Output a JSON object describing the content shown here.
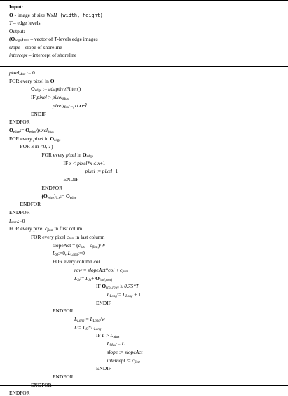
{
  "input": {
    "heading": "Input:",
    "lines": [
      [
        {
          "t": "O",
          "b": true
        },
        {
          "t": " - image of size "
        },
        {
          "t": "W",
          "i": true
        },
        {
          "t": "x"
        },
        {
          "t": "H",
          "i": true
        },
        {
          "t": " (width, height)",
          "m": true
        }
      ],
      [
        {
          "t": "T",
          "i": true
        },
        {
          "t": " – edge levels"
        }
      ],
      [
        {
          "t": "Output:"
        }
      ],
      [
        {
          "t": "(O",
          "b": true
        },
        {
          "t": "edge",
          "s": true
        },
        {
          "t": ")",
          "b": true
        },
        {
          "t": "1×T",
          "s": true
        },
        {
          "t": " – vector of "
        },
        {
          "t": "T",
          "i": true
        },
        {
          "t": "-levels edge images"
        }
      ],
      [
        {
          "t": "slope",
          "i": true
        },
        {
          "t": " – slope of shoreline"
        }
      ],
      [
        {
          "t": "intercept",
          "i": true
        },
        {
          "t": " – intercept of shoreline"
        }
      ]
    ]
  },
  "body_lines": [
    {
      "indent": 0,
      "parts": [
        {
          "t": "pixel",
          "i": true
        },
        {
          "t": "Max",
          "s": true,
          "i": true
        },
        {
          "t": " := 0"
        }
      ]
    },
    {
      "indent": 0,
      "parts": [
        {
          "t": "FOR every pixel in "
        },
        {
          "t": "O",
          "b": true
        }
      ]
    },
    {
      "indent": 1,
      "parts": [
        {
          "t": "O",
          "b": true
        },
        {
          "t": "edge",
          "s": true
        },
        {
          "t": " := adaptiveFilter()"
        }
      ]
    },
    {
      "indent": 1,
      "parts": [
        {
          "t": "IF "
        },
        {
          "t": "pixel",
          "i": true
        },
        {
          "t": " > "
        },
        {
          "t": "pixel",
          "i": true
        },
        {
          "t": "Max",
          "s": true,
          "i": true
        }
      ]
    },
    {
      "indent": 2,
      "parts": [
        {
          "t": "pixel",
          "i": true
        },
        {
          "t": "Max",
          "s": true,
          "i": true
        },
        {
          "t": ":="
        },
        {
          "t": "pixel",
          "i": true,
          "m": true
        }
      ]
    },
    {
      "indent": 1,
      "parts": [
        {
          "t": "ENDIF"
        }
      ]
    },
    {
      "indent": 0,
      "parts": [
        {
          "t": "ENDFOR"
        }
      ]
    },
    {
      "indent": 0,
      "parts": [
        {
          "t": "O",
          "b": true
        },
        {
          "t": "edge",
          "s": true
        },
        {
          "t": ":= "
        },
        {
          "t": "O",
          "b": true
        },
        {
          "t": "edge",
          "s": true
        },
        {
          "t": "/pixel",
          "i": true
        },
        {
          "t": "Max",
          "s": true,
          "i": true
        }
      ]
    },
    {
      "indent": 0,
      "parts": [
        {
          "t": "FOR every "
        },
        {
          "t": "pixel",
          "i": true
        },
        {
          "t": " in "
        },
        {
          "t": "O",
          "b": true
        },
        {
          "t": "edge",
          "s": true
        }
      ]
    },
    {
      "indent": 0.5,
      "parts": [
        {
          "t": "FOR "
        },
        {
          "t": "x",
          "i": true
        },
        {
          "t": " in <0, "
        },
        {
          "t": "T",
          "i": true
        },
        {
          "t": ")"
        }
      ]
    },
    {
      "indent": 1.5,
      "parts": [
        {
          "t": "FOR every "
        },
        {
          "t": "pixel",
          "i": true
        },
        {
          "t": " in "
        },
        {
          "t": "O",
          "b": true
        },
        {
          "t": "edge",
          "s": true
        }
      ]
    },
    {
      "indent": 2.5,
      "parts": [
        {
          "t": "IF "
        },
        {
          "t": "x",
          "i": true
        },
        {
          "t": " < "
        },
        {
          "t": "pixel",
          "i": true
        },
        {
          "t": "*"
        },
        {
          "t": "x",
          "i": true
        },
        {
          "t": " ≤ "
        },
        {
          "t": "x",
          "i": true
        },
        {
          "t": "+1"
        }
      ]
    },
    {
      "indent": 3.5,
      "parts": [
        {
          "t": "pixel",
          "i": true
        },
        {
          "t": " := "
        },
        {
          "t": "pixel",
          "i": true
        },
        {
          "t": "+1"
        }
      ]
    },
    {
      "indent": 2.5,
      "parts": [
        {
          "t": "ENDIF"
        }
      ]
    },
    {
      "indent": 1.5,
      "parts": [
        {
          "t": "ENDFOR"
        }
      ]
    },
    {
      "indent": 1.5,
      "parts": [
        {
          "t": "(O",
          "b": true
        },
        {
          "t": "edge",
          "s": true
        },
        {
          "t": ")",
          "b": true
        },
        {
          "t": "1,x",
          "s": true
        },
        {
          "t": ":= "
        },
        {
          "t": "O",
          "b": true
        },
        {
          "t": "edge",
          "s": true
        }
      ]
    },
    {
      "indent": 0.5,
      "parts": [
        {
          "t": "ENDFOR"
        }
      ]
    },
    {
      "indent": 0,
      "parts": [
        {
          "t": "ENDFOR"
        }
      ]
    },
    {
      "indent": 0,
      "parts": [
        {
          "t": "L",
          "i": true
        },
        {
          "t": "max",
          "s": true,
          "i": true
        },
        {
          "t": ":=0"
        }
      ]
    },
    {
      "indent": 0,
      "parts": [
        {
          "t": "FOR every pixel "
        },
        {
          "t": "c",
          "i": true
        },
        {
          "t": "first",
          "s": true,
          "i": true
        },
        {
          "t": " in first colum"
        }
      ]
    },
    {
      "indent": 1,
      "parts": [
        {
          "t": "FOR every pixel "
        },
        {
          "t": "c",
          "i": true
        },
        {
          "t": "last",
          "s": true,
          "i": true
        },
        {
          "t": " in last column"
        }
      ]
    },
    {
      "indent": 2,
      "parts": [
        {
          "t": "slopeAct = ("
        },
        {
          "t": "c",
          "i": true
        },
        {
          "t": "last",
          "s": true,
          "i": true
        },
        {
          "t": " - "
        },
        {
          "t": "c",
          "i": true
        },
        {
          "t": "first",
          "s": true,
          "i": true
        },
        {
          "t": ")/"
        },
        {
          "t": "W",
          "i": true
        }
      ]
    },
    {
      "indent": 2,
      "parts": [
        {
          "t": "L",
          "i": true
        },
        {
          "t": "St",
          "s": true,
          "i": true
        },
        {
          "t": ":=0, "
        },
        {
          "t": "L",
          "i": true
        },
        {
          "t": "Long",
          "s": true,
          "i": true
        },
        {
          "t": ":=0"
        }
      ]
    },
    {
      "indent": 2,
      "parts": [
        {
          "t": "FOR  every column "
        },
        {
          "t": "col",
          "i": true
        }
      ]
    },
    {
      "indent": 3,
      "parts": [
        {
          "t": "row",
          "i": true
        },
        {
          "t": " = "
        },
        {
          "t": "slopeAct",
          "i": true
        },
        {
          "t": "*"
        },
        {
          "t": "col",
          "i": true
        },
        {
          "t": " + "
        },
        {
          "t": "c",
          "i": true
        },
        {
          "t": "first",
          "s": true,
          "i": true
        }
      ]
    },
    {
      "indent": 3,
      "parts": [
        {
          "t": "L",
          "i": true
        },
        {
          "t": "St",
          "s": true,
          "i": true
        },
        {
          "t": ":= "
        },
        {
          "t": "L",
          "i": true
        },
        {
          "t": "St",
          "s": true,
          "i": true
        },
        {
          "t": "+ "
        },
        {
          "t": "O",
          "b": true
        },
        {
          "t": "(col,row)",
          "s": true,
          "i": true
        }
      ]
    },
    {
      "indent": 4,
      "parts": [
        {
          "t": "IF  "
        },
        {
          "t": "O",
          "b": true
        },
        {
          "t": "(col,row)",
          "s": true,
          "i": true
        },
        {
          "t": " ≥ "
        },
        {
          "t": "0.75*T",
          "i": true
        }
      ]
    },
    {
      "indent": 4.5,
      "parts": [
        {
          "t": "L",
          "i": true
        },
        {
          "t": "Long",
          "s": true,
          "i": true
        },
        {
          "t": ":= "
        },
        {
          "t": "L",
          "i": true
        },
        {
          "t": "Long",
          "s": true,
          "i": true
        },
        {
          "t": " + 1"
        }
      ]
    },
    {
      "indent": 4,
      "parts": [
        {
          "t": "ENDIF"
        }
      ]
    },
    {
      "indent": 2,
      "parts": [
        {
          "t": "ENDFOR"
        }
      ]
    },
    {
      "indent": 3,
      "parts": [
        {
          "t": "L",
          "i": true
        },
        {
          "t": "Long",
          "s": true,
          "i": true
        },
        {
          "t": ":= "
        },
        {
          "t": "L",
          "i": true
        },
        {
          "t": "Long",
          "s": true,
          "i": true
        },
        {
          "t": "/"
        },
        {
          "t": "w",
          "i": true
        }
      ]
    },
    {
      "indent": 3,
      "parts": [
        {
          "t": "L",
          "i": true
        },
        {
          "t": ":= "
        },
        {
          "t": "L",
          "i": true
        },
        {
          "t": "St",
          "s": true,
          "i": true
        },
        {
          "t": "*"
        },
        {
          "t": "L",
          "i": true
        },
        {
          "t": "Long",
          "s": true,
          "i": true
        }
      ]
    },
    {
      "indent": 4,
      "parts": [
        {
          "t": "IF "
        },
        {
          "t": "L",
          "i": true
        },
        {
          "t": " > "
        },
        {
          "t": "L",
          "i": true
        },
        {
          "t": "Max",
          "s": true,
          "i": true
        }
      ]
    },
    {
      "indent": 4.5,
      "parts": [
        {
          "t": "L",
          "i": true
        },
        {
          "t": "Max",
          "s": true,
          "i": true
        },
        {
          "t": ":= "
        },
        {
          "t": "L",
          "i": true
        }
      ]
    },
    {
      "indent": 4.5,
      "parts": [
        {
          "t": "slope",
          "i": true
        },
        {
          "t": " := "
        },
        {
          "t": "slopeAct",
          "i": true
        }
      ]
    },
    {
      "indent": 4.5,
      "parts": [
        {
          "t": "intercept",
          "i": true
        },
        {
          "t": " := "
        },
        {
          "t": "c",
          "i": true
        },
        {
          "t": "first",
          "s": true,
          "i": true
        }
      ]
    },
    {
      "indent": 4,
      "parts": [
        {
          "t": "ENDIF"
        }
      ]
    },
    {
      "indent": 2,
      "parts": [
        {
          "t": "ENDFOR"
        }
      ]
    },
    {
      "indent": 1,
      "parts": [
        {
          "t": "ENDFOR"
        }
      ]
    },
    {
      "indent": 0,
      "parts": [
        {
          "t": "ENDFOR"
        }
      ]
    }
  ]
}
